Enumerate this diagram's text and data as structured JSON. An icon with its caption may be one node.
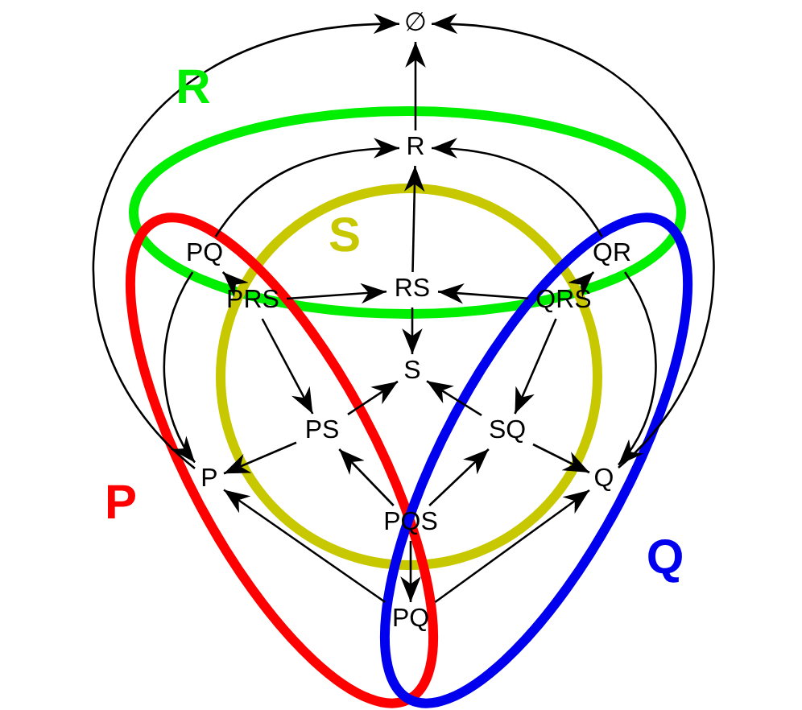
{
  "diagram": {
    "nodes": [
      {
        "text": [
          "∅"
        ]
      },
      {
        "text": [
          "R"
        ]
      },
      {
        "text": [
          "PQ"
        ]
      },
      {
        "text": [
          "QR"
        ]
      },
      {
        "text": [
          "PRS"
        ]
      },
      {
        "text": [
          "RS"
        ]
      },
      {
        "text": [
          "QRS"
        ]
      },
      {
        "text": [
          "S"
        ]
      },
      {
        "text": [
          "PS"
        ]
      },
      {
        "text": [
          "SQ"
        ]
      },
      {
        "text": [
          "P"
        ]
      },
      {
        "text": [
          "Q"
        ]
      },
      {
        "text": [
          "PQS"
        ]
      },
      {
        "text": [
          "PQ"
        ]
      }
    ],
    "edges": [
      {
        "from": 10,
        "to": 0,
        "arrow": "to"
      },
      {
        "from": 11,
        "to": 0,
        "arrow": "to"
      },
      {
        "from": 1,
        "to": 0,
        "arrow": "to"
      },
      {
        "from": 2,
        "to": 1,
        "arrow": "to"
      },
      {
        "from": 3,
        "to": 1,
        "arrow": "to"
      },
      {
        "from": 5,
        "to": 1,
        "arrow": "to"
      },
      {
        "from": 4,
        "to": 2,
        "arrow": "to"
      },
      {
        "from": 4,
        "to": 5,
        "arrow": "to"
      },
      {
        "from": 6,
        "to": 5,
        "arrow": "to"
      },
      {
        "from": 6,
        "to": 3,
        "arrow": "to"
      },
      {
        "from": 5,
        "to": 7,
        "arrow": "to"
      },
      {
        "from": 4,
        "to": 8,
        "arrow": "to"
      },
      {
        "from": 6,
        "to": 9,
        "arrow": "to"
      },
      {
        "from": 8,
        "to": 7,
        "arrow": "to"
      },
      {
        "from": 9,
        "to": 7,
        "arrow": "to"
      },
      {
        "from": 8,
        "to": 10,
        "arrow": "to"
      },
      {
        "from": 9,
        "to": 11,
        "arrow": "to"
      },
      {
        "from": 2,
        "to": 10,
        "arrow": "to"
      },
      {
        "from": 3,
        "to": 11,
        "arrow": "to"
      },
      {
        "from": 12,
        "to": 8,
        "arrow": "to"
      },
      {
        "from": 12,
        "to": 9,
        "arrow": "to"
      },
      {
        "from": 12,
        "to": 13,
        "arrow": "to"
      },
      {
        "from": 13,
        "to": 10,
        "arrow": "to"
      },
      {
        "from": 13,
        "to": 11,
        "arrow": "to"
      }
    ],
    "labels": [
      "R",
      "S",
      "P",
      "Q"
    ]
  }
}
